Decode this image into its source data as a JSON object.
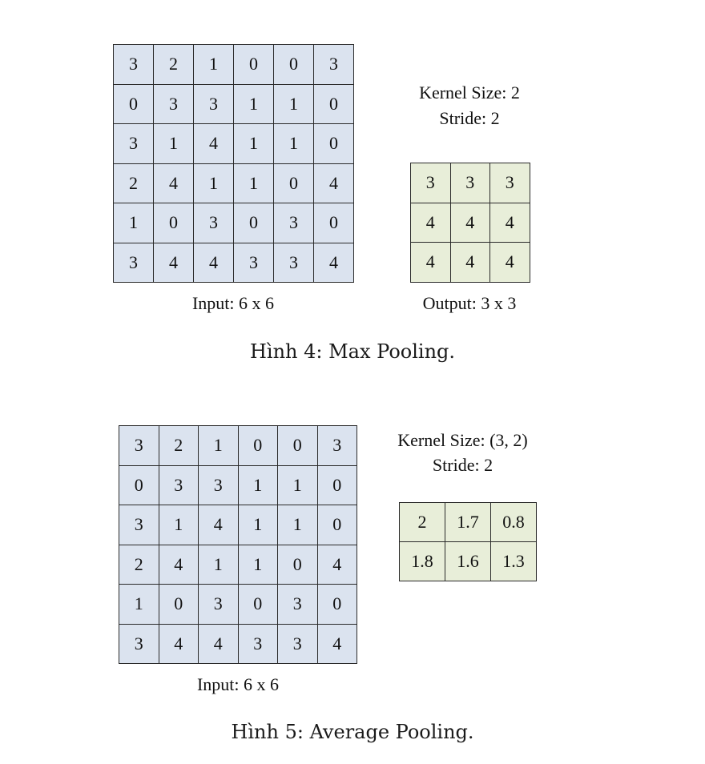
{
  "colors": {
    "input_fill": "#dbe3ef",
    "output_fill": "#e8eed9",
    "border": "#2a2a2a"
  },
  "figure4": {
    "input_matrix": [
      [
        "3",
        "2",
        "1",
        "0",
        "0",
        "3"
      ],
      [
        "0",
        "3",
        "3",
        "1",
        "1",
        "0"
      ],
      [
        "3",
        "1",
        "4",
        "1",
        "1",
        "0"
      ],
      [
        "2",
        "4",
        "1",
        "1",
        "0",
        "4"
      ],
      [
        "1",
        "0",
        "3",
        "0",
        "3",
        "0"
      ],
      [
        "3",
        "4",
        "4",
        "3",
        "3",
        "4"
      ]
    ],
    "input_label": "Input: 6 x 6",
    "kernel_size": "Kernel Size: 2",
    "stride": "Stride: 2",
    "output_matrix": [
      [
        "3",
        "3",
        "3"
      ],
      [
        "4",
        "4",
        "4"
      ],
      [
        "4",
        "4",
        "4"
      ]
    ],
    "output_label": "Output: 3 x 3",
    "caption": "Hình 4: Max Pooling."
  },
  "figure5": {
    "input_matrix": [
      [
        "3",
        "2",
        "1",
        "0",
        "0",
        "3"
      ],
      [
        "0",
        "3",
        "3",
        "1",
        "1",
        "0"
      ],
      [
        "3",
        "1",
        "4",
        "1",
        "1",
        "0"
      ],
      [
        "2",
        "4",
        "1",
        "1",
        "0",
        "4"
      ],
      [
        "1",
        "0",
        "3",
        "0",
        "3",
        "0"
      ],
      [
        "3",
        "4",
        "4",
        "3",
        "3",
        "4"
      ]
    ],
    "input_label": "Input: 6 x 6",
    "kernel_size": "Kernel Size: (3, 2)",
    "stride": "Stride: 2",
    "output_matrix": [
      [
        "2",
        "1.7",
        "0.8"
      ],
      [
        "1.8",
        "1.6",
        "1.3"
      ]
    ],
    "caption": "Hình 5: Average Pooling."
  }
}
